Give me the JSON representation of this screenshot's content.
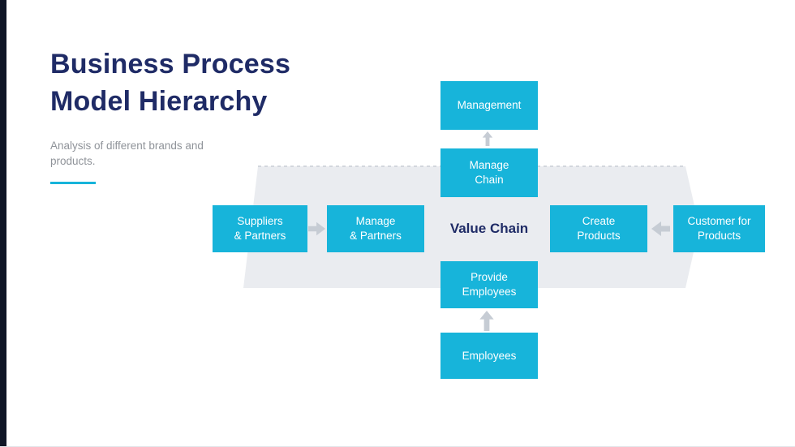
{
  "header": {
    "title_line1": "Business Process",
    "title_line2": "Model Hierarchy",
    "subtitle": "Analysis of different brands and products."
  },
  "diagram": {
    "center_label": "Value Chain",
    "nodes": {
      "management": "Management",
      "manage_chain": "Manage\nChain",
      "suppliers_partners": "Suppliers\n& Partners",
      "manage_partners": "Manage\n& Partners",
      "create_products": "Create\nProducts",
      "customer_for_products": "Customer for\nProducts",
      "provide_employees": "Provide\nEmployees",
      "employees": "Employees"
    }
  },
  "colors": {
    "accent": "#17b4da",
    "box_fill": "#17b4da",
    "box_text": "#ffffff",
    "title_text": "#1f2b66",
    "subtitle_text": "#8f9399",
    "arrow": "#c6ccd4",
    "band_fill": "#eaecf0",
    "band_dash": "#d3d7dd",
    "left_bar": "#0f1626"
  }
}
